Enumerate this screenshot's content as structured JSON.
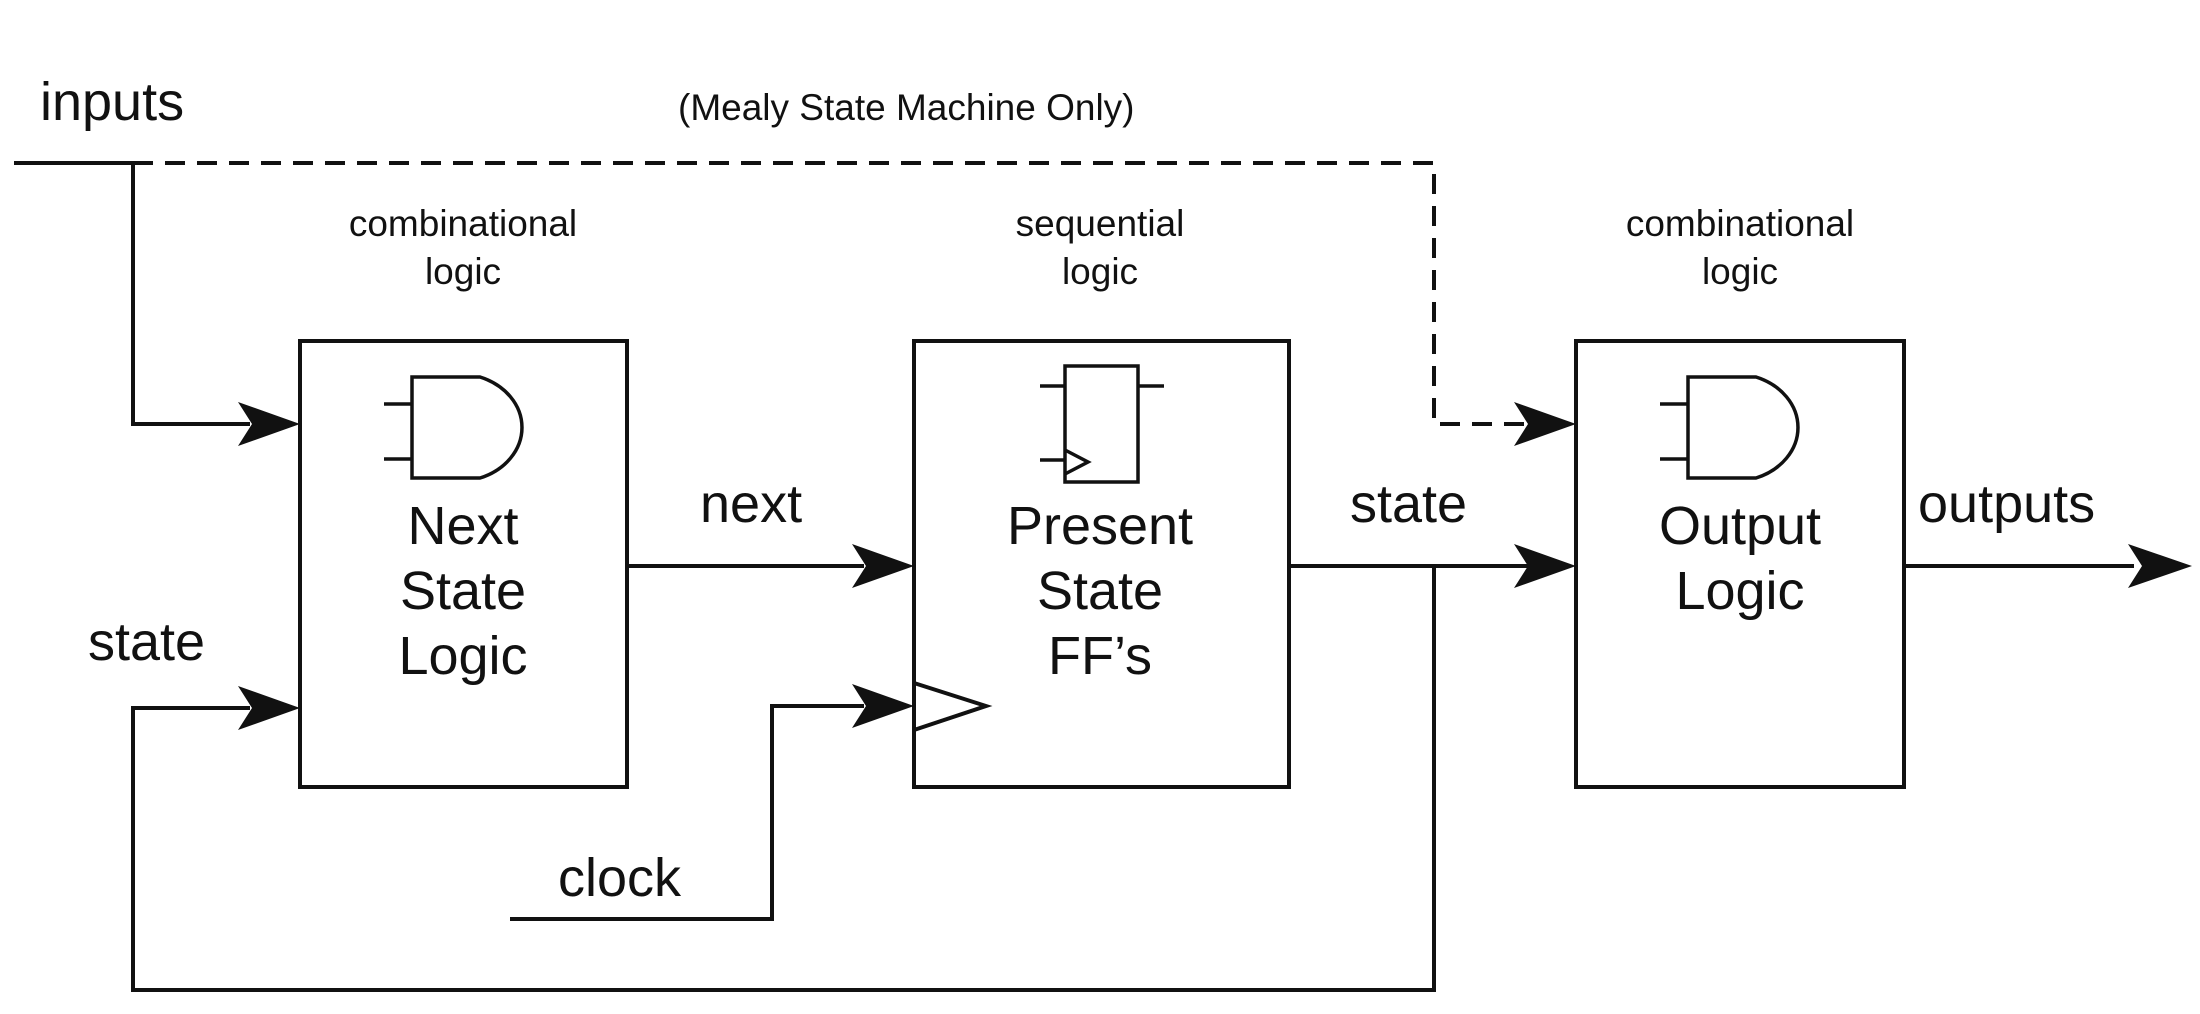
{
  "diagram": {
    "signals": {
      "inputs": "inputs",
      "state_feedback": "state",
      "next": "next",
      "state_out": "state",
      "outputs": "outputs",
      "clock": "clock"
    },
    "mealy_note": "(Mealy State Machine Only)",
    "blocks": [
      {
        "id": "next-state-logic",
        "caption": [
          "combinational",
          "logic"
        ],
        "label": [
          "Next",
          "State",
          "Logic"
        ],
        "symbol": "and-gate-icon"
      },
      {
        "id": "present-state-ffs",
        "caption": [
          "sequential",
          "logic"
        ],
        "label": [
          "Present",
          "State",
          "FF’s"
        ],
        "symbol": "flip-flop-icon"
      },
      {
        "id": "output-logic",
        "caption": [
          "combinational",
          "logic"
        ],
        "label": [
          "Output",
          "Logic"
        ],
        "symbol": "and-gate-icon"
      }
    ]
  }
}
